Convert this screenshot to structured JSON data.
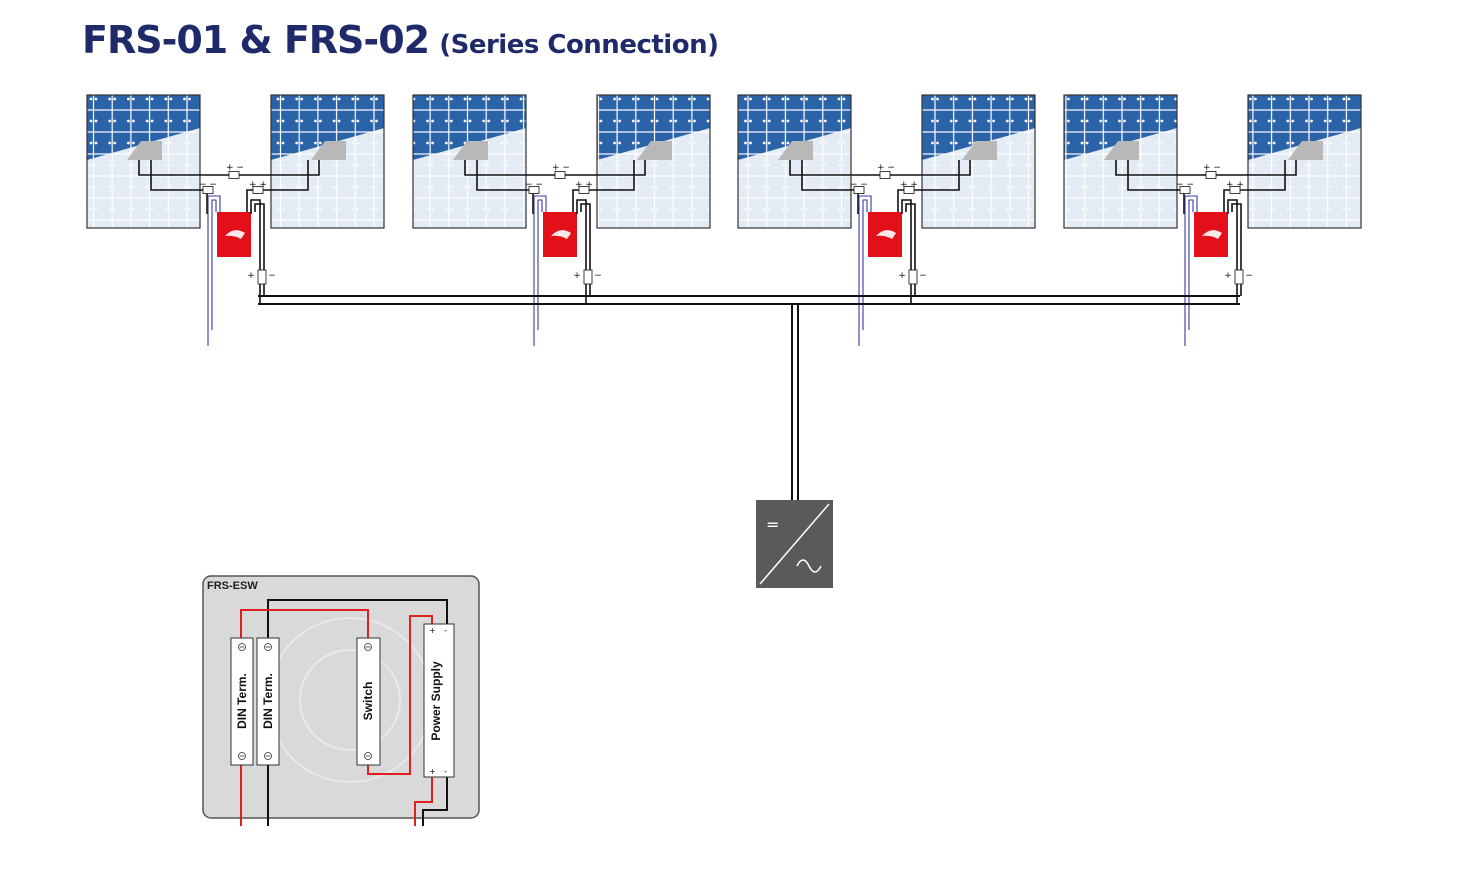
{
  "title": {
    "main": "FRS-01 & FRS-02",
    "sub": "(Series Connection)"
  },
  "connector_signs": {
    "plus_minus": "+ −",
    "minus_minus": "− −",
    "plus_plus": "+ +",
    "plus": "+",
    "minus": "−"
  },
  "inverter": {
    "dc_symbol": "=",
    "icon": "dc-ac-inverter-icon"
  },
  "switch_box": {
    "label": "FRS-ESW",
    "din_term_1": "DIN Term.",
    "din_term_2": "DIN Term.",
    "switch": "Switch",
    "power_supply": "Power Supply",
    "ps_plus": "+",
    "ps_minus": "-"
  },
  "colors": {
    "title": "#1f2a6b",
    "panel_cell": "#2a63a8",
    "panel_light": "#dfe8f2",
    "rsd_device": "#e3101a",
    "inverter": "#5a5a5a",
    "box": "#d9d9d9",
    "wire_red": "#e02020",
    "wire_black": "#111111",
    "signal_wire": "#3a3aa0"
  }
}
